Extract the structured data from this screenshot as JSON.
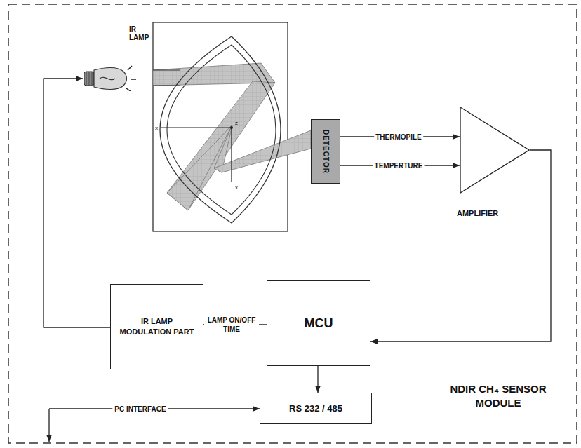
{
  "diagram": {
    "nodes": [
      {
        "text": [
          "IR LAMP"
        ]
      },
      {
        "text": [
          "DETECTOR"
        ]
      },
      {
        "text": [
          "AMPLIFIER"
        ]
      },
      {
        "text": [
          "IR LAMP MODULATION PART"
        ]
      },
      {
        "text": [
          "MCU"
        ]
      },
      {
        "text": [
          "RS 232 / 485"
        ]
      }
    ],
    "edges": [
      {
        "from": 1,
        "to": 2,
        "label": "THERMOPILE",
        "arrow": "to"
      },
      {
        "from": 1,
        "to": 2,
        "label": "TEMPERTURE",
        "arrow": "to"
      },
      {
        "from": 2,
        "to": 4,
        "arrow": "to"
      },
      {
        "from": 4,
        "to": 3,
        "label": "LAMP ON/OFF TIME",
        "arrow": "to"
      },
      {
        "from": 3,
        "to": 0,
        "arrow": "to"
      },
      {
        "from": 4,
        "to": 5,
        "arrow": "to"
      }
    ],
    "labels": [
      "x",
      "z",
      "x",
      "PC INTERFACE",
      "NDIR CH₄ SENSOR MODULE"
    ]
  }
}
